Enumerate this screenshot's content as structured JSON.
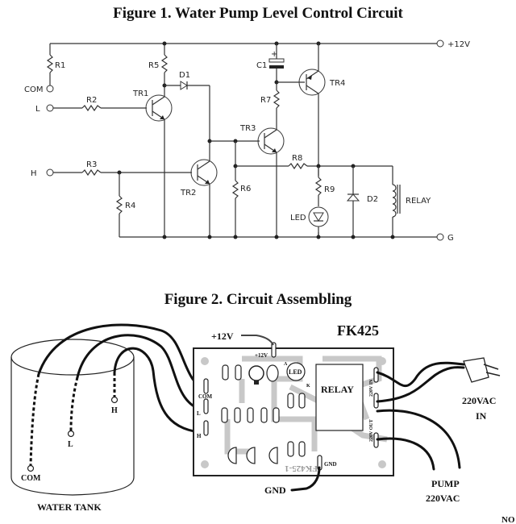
{
  "figure1": {
    "title": "Figure 1. Water Pump Level Control Circuit",
    "terminals": {
      "vcc": "+12V",
      "gnd": "G",
      "com": "COM",
      "low": "L",
      "high": "H"
    },
    "components": {
      "r1": "R1",
      "r2": "R2",
      "r3": "R3",
      "r4": "R4",
      "r5": "R5",
      "r6": "R6",
      "r7": "R7",
      "r8": "R8",
      "r9": "R9",
      "c1": "C1",
      "c1_polarity": "+",
      "d1": "D1",
      "d2": "D2",
      "tr1": "TR1",
      "tr2": "TR2",
      "tr3": "TR3",
      "tr4": "TR4",
      "led": "LED",
      "relay": "RELAY"
    }
  },
  "figure2": {
    "title": "Figure 2. Circuit Assembling",
    "board_name": "FK425",
    "board_silk": "FK425-1",
    "labels": {
      "vcc": "+12V",
      "vcc_pad": "+12V",
      "gnd": "GND",
      "gnd_pad": "GND",
      "com_pad": "COM",
      "l_pad": "L",
      "h_pad": "H",
      "relay": "RELAY",
      "led": "LED",
      "led_a": "A",
      "led_k": "K",
      "ac_in_pad": "220V IN",
      "ac_out_pad": "220V OUT",
      "ac_in_line1": "220VAC",
      "ac_in_line2": "IN",
      "pump_line1": "PUMP",
      "pump_line2": "220VAC"
    },
    "tank": {
      "label": "WATER TANK",
      "probes": [
        "COM",
        "L",
        "H"
      ]
    }
  },
  "footer_fragment": "NO"
}
